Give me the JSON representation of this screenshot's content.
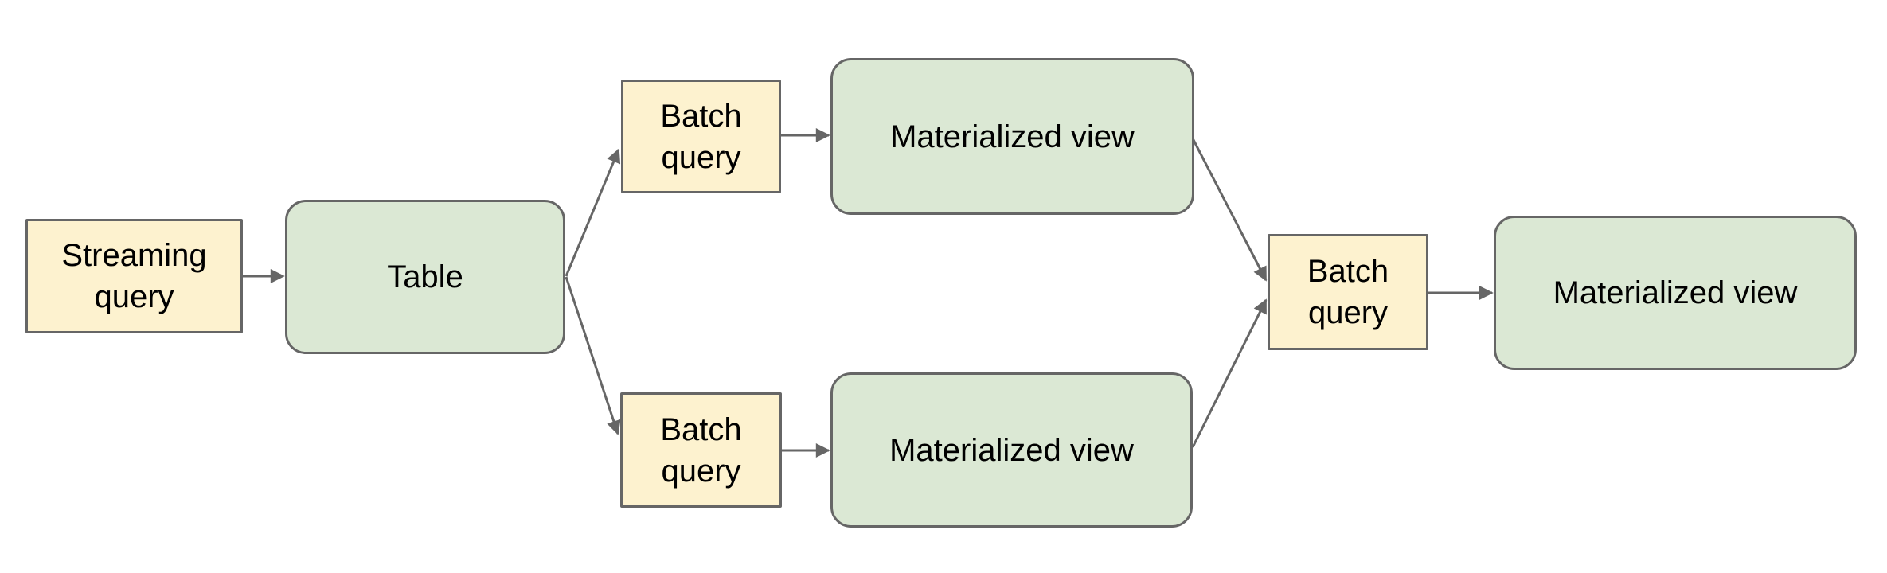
{
  "diagram": {
    "colors": {
      "canvas_bg": "#ffffff",
      "query_fill": "#fdf2cf",
      "view_fill": "#dbe8d4",
      "border": "#666666",
      "arrow": "#666666",
      "text": "#000000"
    },
    "nodes": [
      {
        "id": "streaming-query",
        "label": "Streaming query",
        "kind": "query"
      },
      {
        "id": "table",
        "label": "Table",
        "kind": "storage"
      },
      {
        "id": "batch-query-top",
        "label": "Batch query",
        "kind": "query"
      },
      {
        "id": "materialized-view-top",
        "label": "Materialized view",
        "kind": "storage"
      },
      {
        "id": "batch-query-bottom",
        "label": "Batch query",
        "kind": "query"
      },
      {
        "id": "materialized-view-bottom",
        "label": "Materialized view",
        "kind": "storage"
      },
      {
        "id": "batch-query-right",
        "label": "Batch query",
        "kind": "query"
      },
      {
        "id": "materialized-view-final",
        "label": "Materialized view",
        "kind": "storage"
      }
    ],
    "edges": [
      {
        "from": "streaming-query",
        "to": "table"
      },
      {
        "from": "table",
        "to": "batch-query-top"
      },
      {
        "from": "table",
        "to": "batch-query-bottom"
      },
      {
        "from": "batch-query-top",
        "to": "materialized-view-top"
      },
      {
        "from": "batch-query-bottom",
        "to": "materialized-view-bottom"
      },
      {
        "from": "materialized-view-top",
        "to": "batch-query-right"
      },
      {
        "from": "materialized-view-bottom",
        "to": "batch-query-right"
      },
      {
        "from": "batch-query-right",
        "to": "materialized-view-final"
      }
    ]
  }
}
